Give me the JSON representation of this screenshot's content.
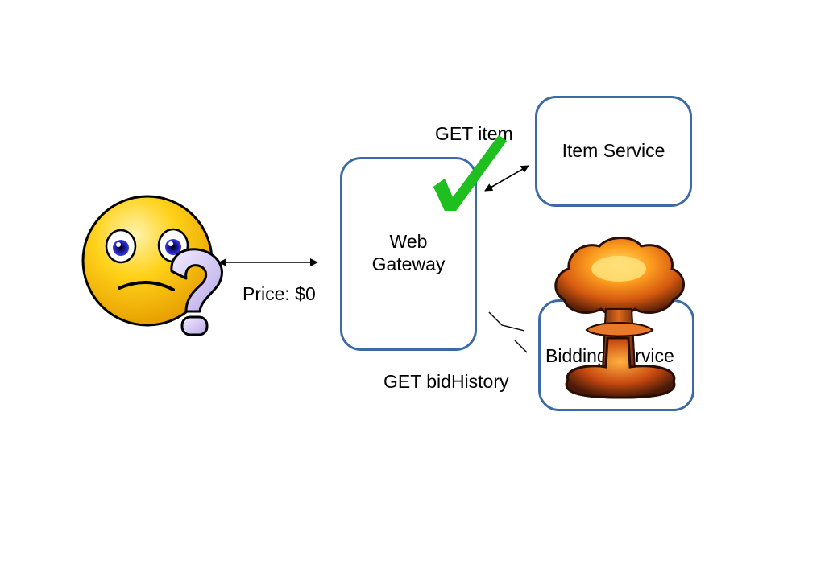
{
  "nodes": {
    "web_gateway": {
      "line1": "Web",
      "line2": "Gateway"
    },
    "item_service": {
      "label": "Item Service"
    },
    "bidding_service": {
      "label": "Bidding Service"
    }
  },
  "edges": {
    "user_price": {
      "label": "Price: $0"
    },
    "get_item": {
      "label": "GET item"
    },
    "get_bid_history": {
      "label": "GET bidHistory"
    }
  },
  "icons": {
    "user": "confused-smiley-icon",
    "question": "question-mark-icon",
    "success": "green-check-icon",
    "failure": "mushroom-cloud-explosion-icon"
  },
  "colors": {
    "box_border": "#3d6aa6",
    "check": "#1fbf1f",
    "question": "#c9b8ee"
  }
}
